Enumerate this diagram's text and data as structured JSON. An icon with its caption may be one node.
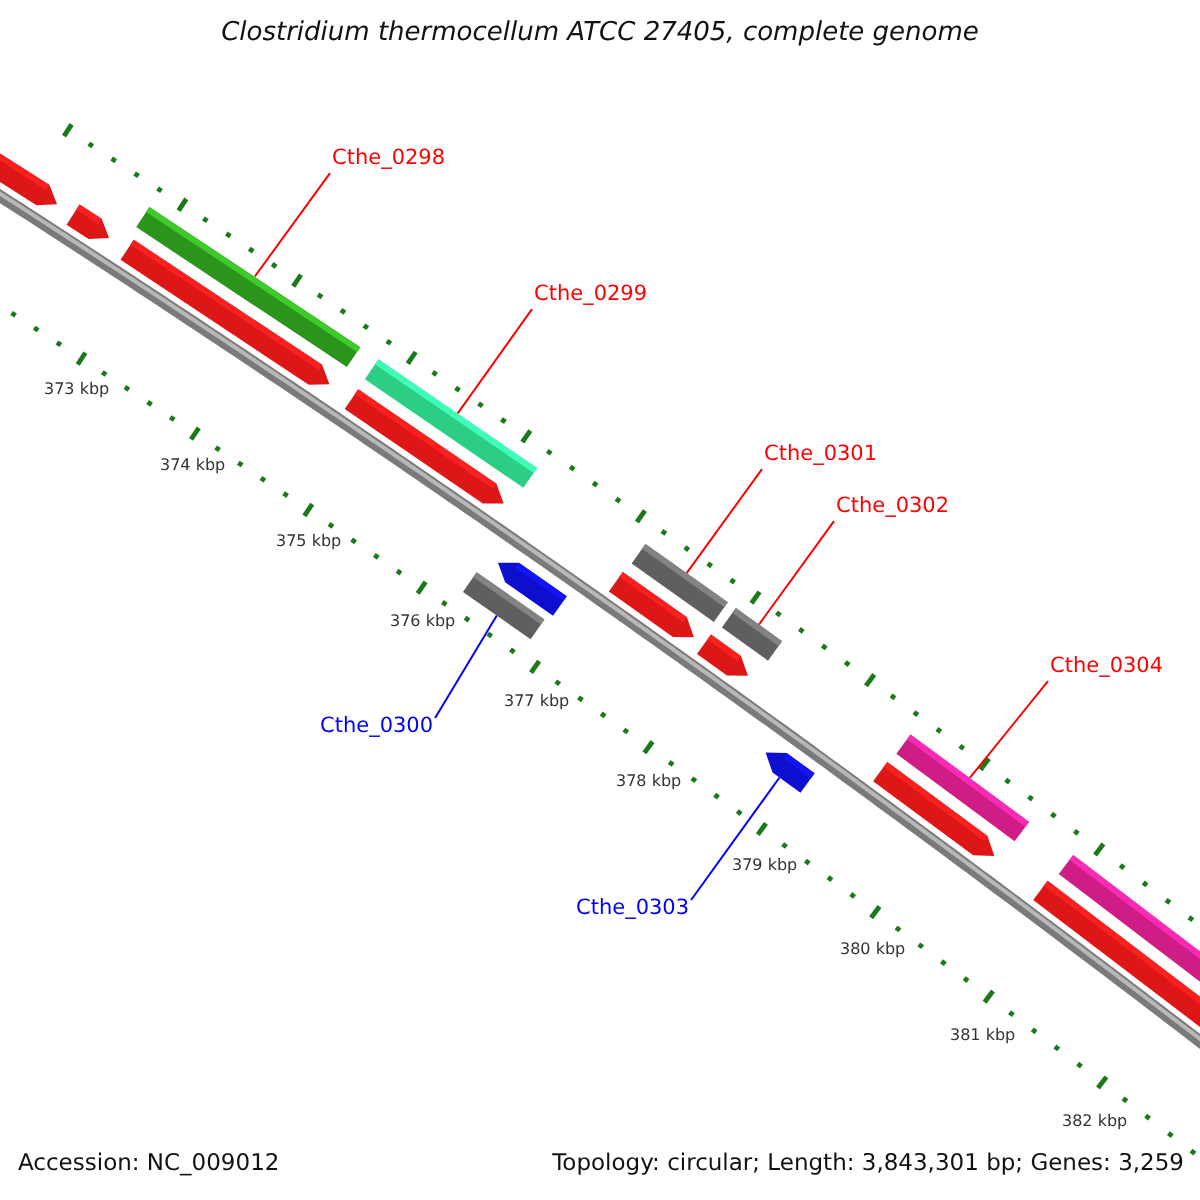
{
  "diagram": {
    "title": "Clostridium thermocellum ATCC 27405, complete genome",
    "nodes": [
      {
        "text": [
          "Cthe_0298"
        ]
      },
      {
        "text": [
          "Cthe_0299"
        ]
      },
      {
        "text": [
          "Cthe_0301"
        ]
      },
      {
        "text": [
          "Cthe_0302"
        ]
      },
      {
        "text": [
          "Cthe_0304"
        ]
      },
      {
        "text": [
          "Cthe_0300"
        ]
      },
      {
        "text": [
          "Cthe_0303"
        ]
      },
      {
        "text": [],
        "shape": "pentagon"
      },
      {
        "text": [],
        "shape": "pentagon"
      },
      {
        "text": [],
        "shape": "bar"
      },
      {
        "text": [],
        "shape": "pentagon"
      },
      {
        "text": [],
        "shape": "pentagon"
      },
      {
        "text": [],
        "shape": "bar"
      },
      {
        "text": [],
        "shape": "bar"
      },
      {
        "text": [],
        "shape": "pentagon"
      },
      {
        "text": [],
        "shape": "pentagon"
      },
      {
        "text": [],
        "shape": "bar"
      },
      {
        "text": [],
        "shape": "pentagon"
      },
      {
        "text": [],
        "shape": "bar"
      },
      {
        "text": [],
        "shape": "pentagon"
      },
      {
        "text": [],
        "shape": "pentagon"
      },
      {
        "text": [],
        "shape": "bar"
      },
      {
        "text": [],
        "shape": "pentagon"
      },
      {
        "text": [],
        "shape": "bar"
      }
    ],
    "edges": [
      {
        "from": 0,
        "to": 9,
        "arrow": "none"
      },
      {
        "from": 1,
        "to": 12,
        "arrow": "none"
      },
      {
        "from": 2,
        "to": 16,
        "arrow": "none"
      },
      {
        "from": 3,
        "to": 18,
        "arrow": "none"
      },
      {
        "from": 4,
        "to": 21,
        "arrow": "none"
      },
      {
        "from": 5,
        "to": 13,
        "arrow": "none",
        "color": "#0000ff"
      },
      {
        "from": 6,
        "to": 19,
        "arrow": "none",
        "color": "#0000ff"
      }
    ],
    "labels": [
      "373 kbp",
      "374 kbp",
      "375 kbp",
      "376 kbp",
      "377 kbp",
      "378 kbp",
      "379 kbp",
      "380 kbp",
      "381 kbp",
      "382 kbp",
      "Accession: NC_009012",
      "Topology: circular; Length: 3,843,301 bp; Genes: 3,259"
    ]
  }
}
